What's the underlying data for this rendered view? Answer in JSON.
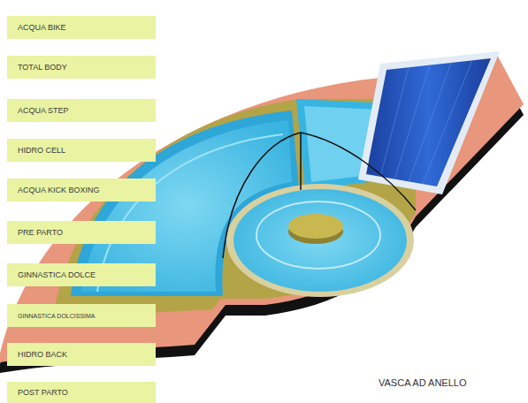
{
  "diagram": {
    "nodes": [
      {
        "text": [
          "ACQUA BIKE"
        ]
      },
      {
        "text": [
          "TOTAL BODY"
        ]
      },
      {
        "text": [
          "ACQUA STEP"
        ]
      },
      {
        "text": [
          "HIDRO CELL"
        ]
      },
      {
        "text": [
          "ACQUA KICK BOXING"
        ]
      },
      {
        "text": [
          "PRE PARTO"
        ]
      },
      {
        "text": [
          "GINNASTICA DOLCE"
        ]
      },
      {
        "text": [
          "GINNASTICA DOLCISSIMA"
        ]
      },
      {
        "text": [
          "HIDRO BACK"
        ]
      },
      {
        "text": [
          "POST PARTO"
        ]
      }
    ],
    "labels": [
      "VASCA AD ANELLO"
    ]
  }
}
